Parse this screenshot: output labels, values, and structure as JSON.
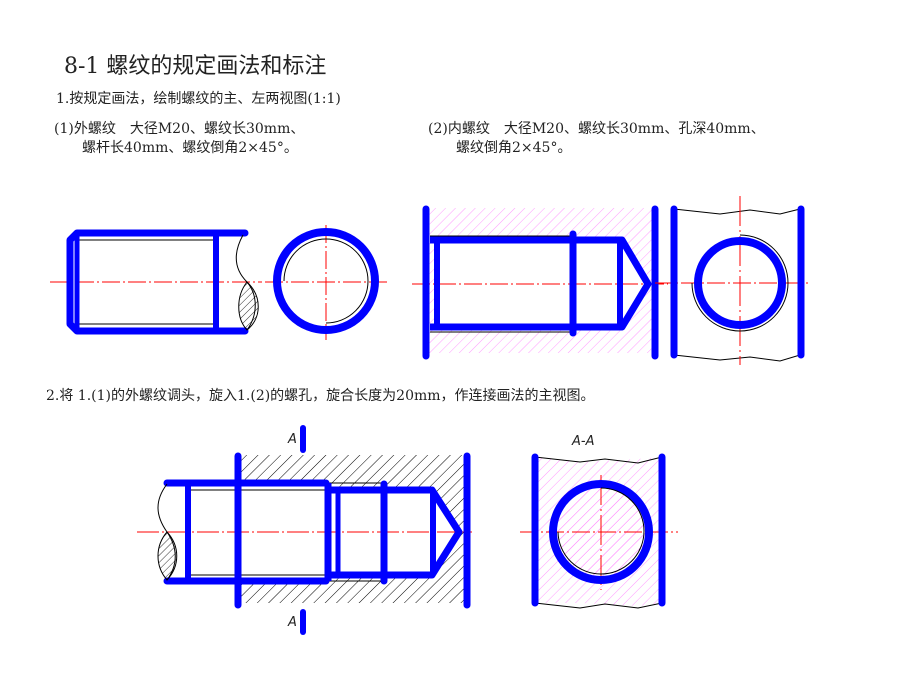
{
  "page": {
    "title": "8-1 螺纹的规定画法和标注"
  },
  "question1": {
    "heading": "1.按规定画法，绘制螺纹的主、左两视图(1:1)",
    "part1": {
      "line1": "(1)外螺纹　大径M20、螺纹长30mm、",
      "line2": "螺杆长40mm、螺纹倒角2×45°。"
    },
    "part2": {
      "line1": "(2)内螺纹　大径M20、螺纹长30mm、孔深40mm、",
      "line2": "螺纹倒角2×45°。"
    }
  },
  "question2": {
    "heading": "2.将 1.(1)的外螺纹调头，旋入1.(2)的螺孔，旋合长度为20mm，作连接画法的主视图。",
    "section_label_top": "A",
    "section_label_bottom": "A",
    "section_view_label": "A-A"
  },
  "colors": {
    "outline": "#0000ff",
    "centerline": "#ff0000",
    "hatch_section": "#ff80ff",
    "hatch_black": "#000000"
  }
}
